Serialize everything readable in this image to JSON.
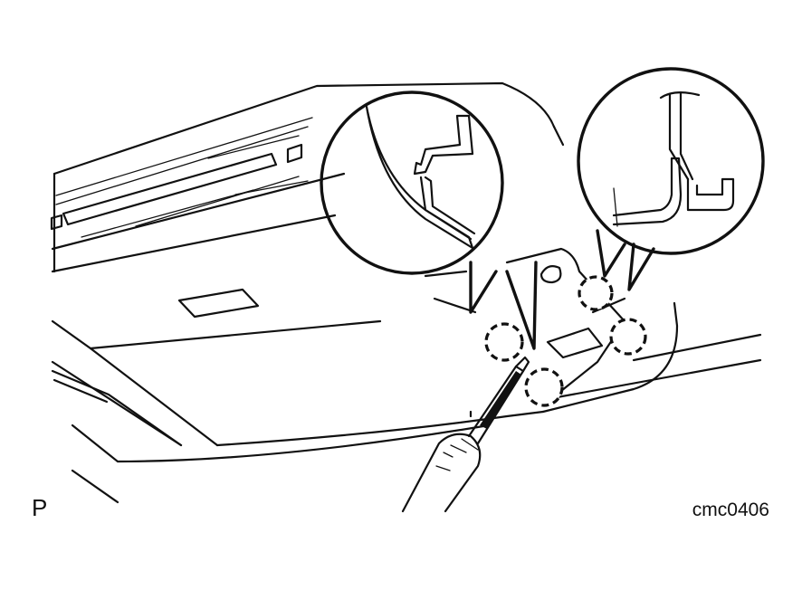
{
  "labels": {
    "view_marker": "P",
    "figure_code": "cmc0406"
  },
  "callouts": [
    {
      "id": "left-detail",
      "content": "claw-clip-detail"
    },
    {
      "id": "right-detail",
      "content": "claw-clip-detail"
    }
  ],
  "clip_markers": 4,
  "tool": "flat-blade-screwdriver-icon"
}
